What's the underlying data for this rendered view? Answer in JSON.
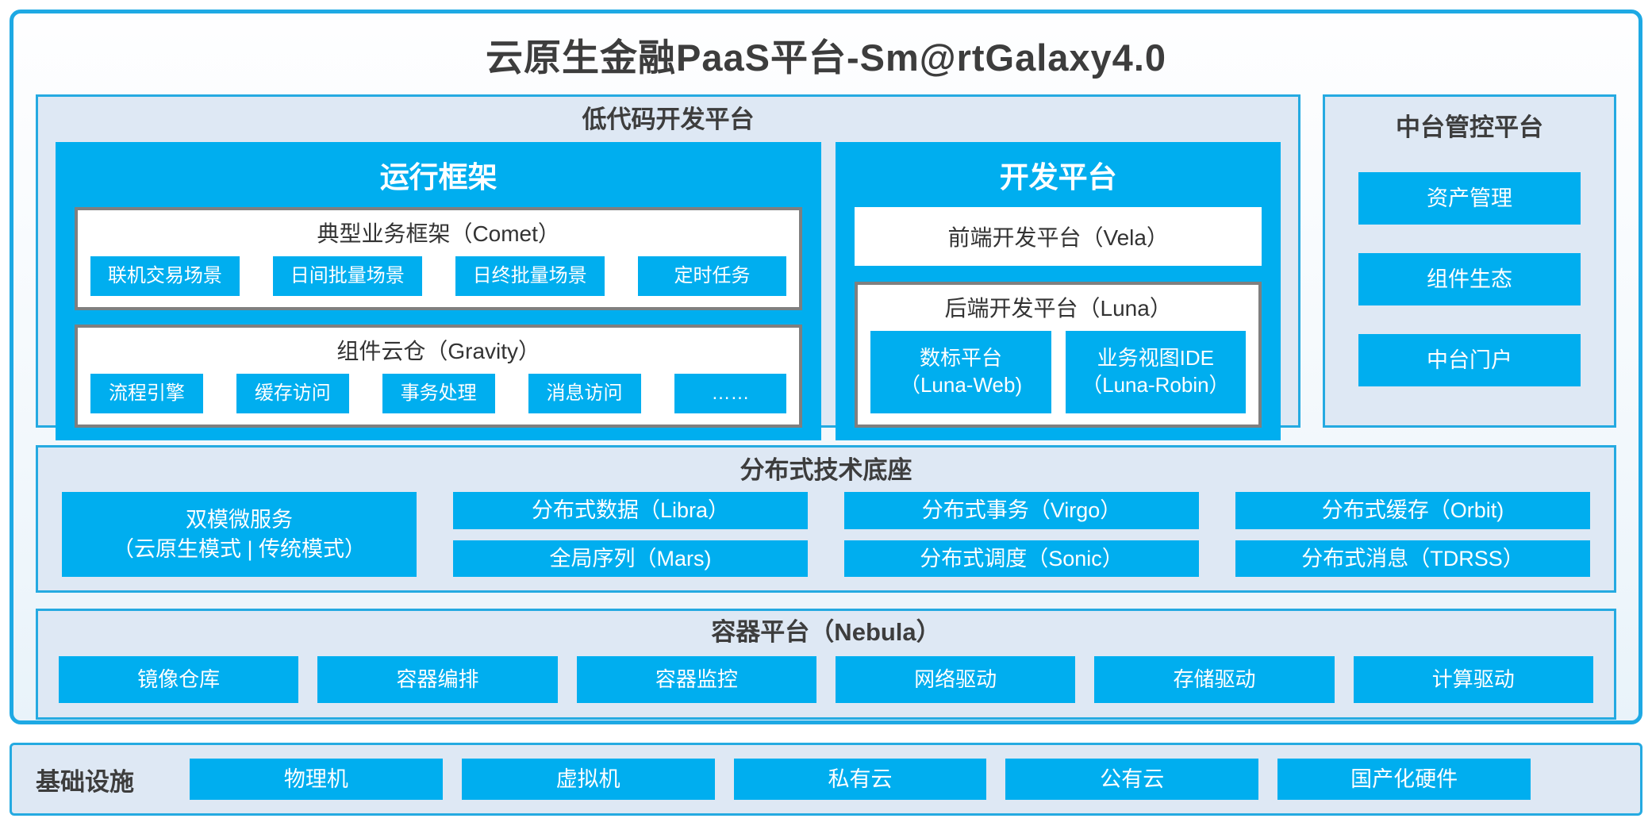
{
  "title": "云原生金融PaaS平台-Sm@rtGalaxy4.0",
  "appearance": {
    "accent_blue": "#00aeef",
    "border_blue": "#25aae1",
    "panel_background": "#dee8f4",
    "frame_border_grey": "#7f7f7f",
    "text_dark": "#3d3d3d"
  },
  "low_code": {
    "label": "低代码开发平台",
    "runtime": {
      "label": "运行框架",
      "comet": {
        "label": "典型业务框架（Comet）",
        "items": [
          "联机交易场景",
          "日间批量场景",
          "日终批量场景",
          "定时任务"
        ]
      },
      "gravity": {
        "label": "组件云仓（Gravity）",
        "items": [
          "流程引擎",
          "缓存访问",
          "事务处理",
          "消息访问",
          "……"
        ]
      }
    },
    "dev": {
      "label": "开发平台",
      "vela": "前端开发平台（Vela）",
      "luna": {
        "label": "后端开发平台（Luna）",
        "items": [
          {
            "line1": "数标平台",
            "line2": "（Luna-Web)"
          },
          {
            "line1": "业务视图IDE",
            "line2": "（Luna-Robin）"
          }
        ]
      }
    }
  },
  "midplatform": {
    "label": "中台管控平台",
    "items": [
      "资产管理",
      "组件生态",
      "中台门户"
    ]
  },
  "distributed": {
    "label": "分布式技术底座",
    "dual_mode": {
      "line1": "双模微服务",
      "line2": "（云原生模式 | 传统模式）"
    },
    "columns": [
      [
        "分布式数据（Libra）",
        "全局序列（Mars)"
      ],
      [
        "分布式事务（Virgo）",
        "分布式调度（Sonic）"
      ],
      [
        "分布式缓存（Orbit)",
        "分布式消息（TDRSS）"
      ]
    ]
  },
  "container_platform": {
    "label": "容器平台（Nebula）",
    "items": [
      "镜像仓库",
      "容器编排",
      "容器监控",
      "网络驱动",
      "存储驱动",
      "计算驱动"
    ]
  },
  "infrastructure": {
    "label": "基础设施",
    "items": [
      "物理机",
      "虚拟机",
      "私有云",
      "公有云",
      "国产化硬件"
    ]
  }
}
